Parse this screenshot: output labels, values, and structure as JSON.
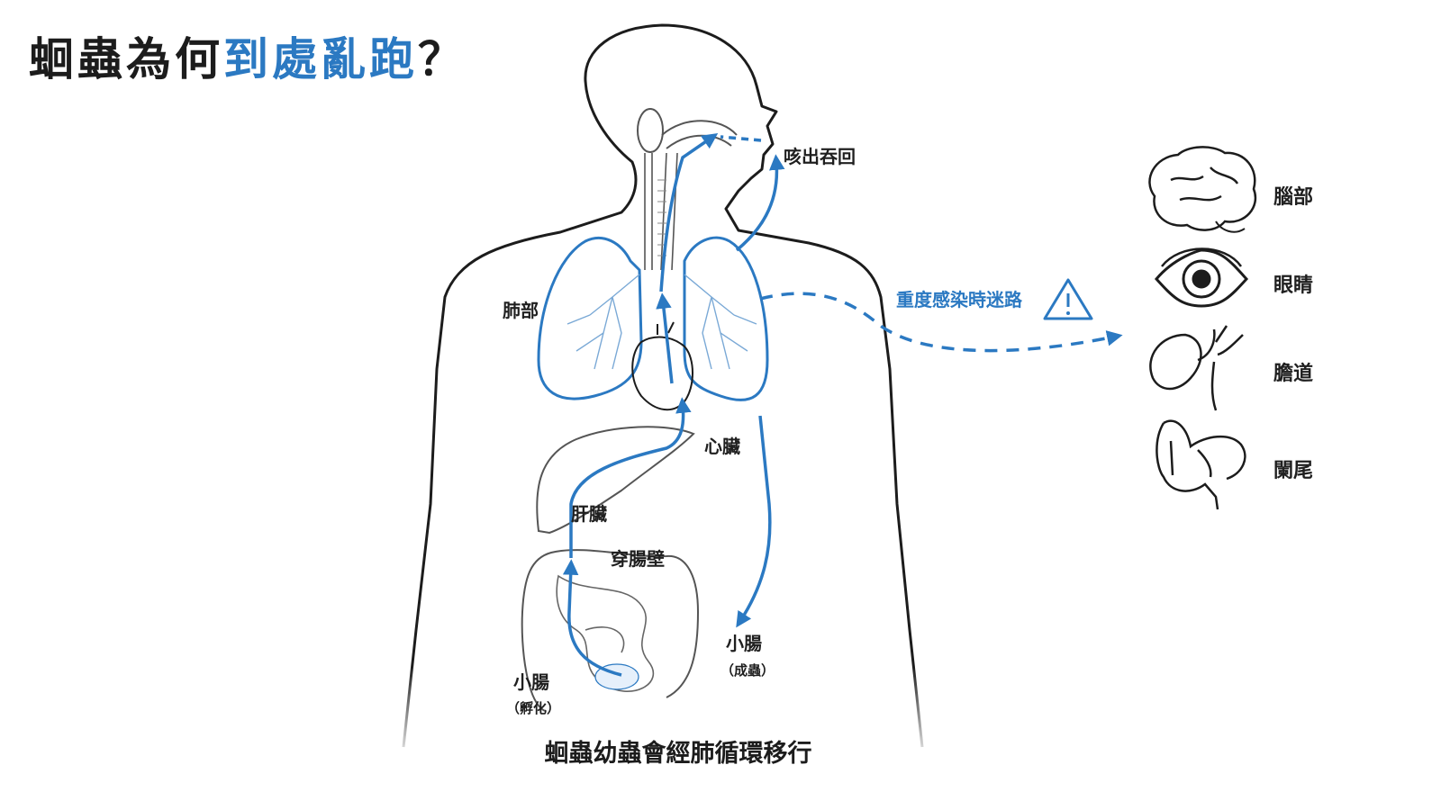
{
  "title": {
    "prefix": "蛔蟲為何",
    "highlight": "到處亂跑",
    "suffix": "？"
  },
  "labels": {
    "cough": "咳出吞回",
    "lungs": "肺部",
    "heart": "心臟",
    "liver": "肝臟",
    "intestine_wall": "穿腸壁",
    "small_intestine_adult": "小腸",
    "adult_note": "（成蟲）",
    "small_intestine_hatch": "小腸",
    "hatch_note": "（孵化）",
    "lost": "重度感染時迷路"
  },
  "organs": [
    {
      "name": "腦部",
      "icon": "brain-icon"
    },
    {
      "name": "眼睛",
      "icon": "eye-icon"
    },
    {
      "name": "膽道",
      "icon": "gallbladder-icon"
    },
    {
      "name": "闌尾",
      "icon": "appendix-icon"
    }
  ],
  "caption": "蛔蟲幼蟲會經肺循環移行",
  "colors": {
    "accent": "#2b79c2",
    "outline": "#1c1c1c",
    "organ_line": "#555555"
  }
}
